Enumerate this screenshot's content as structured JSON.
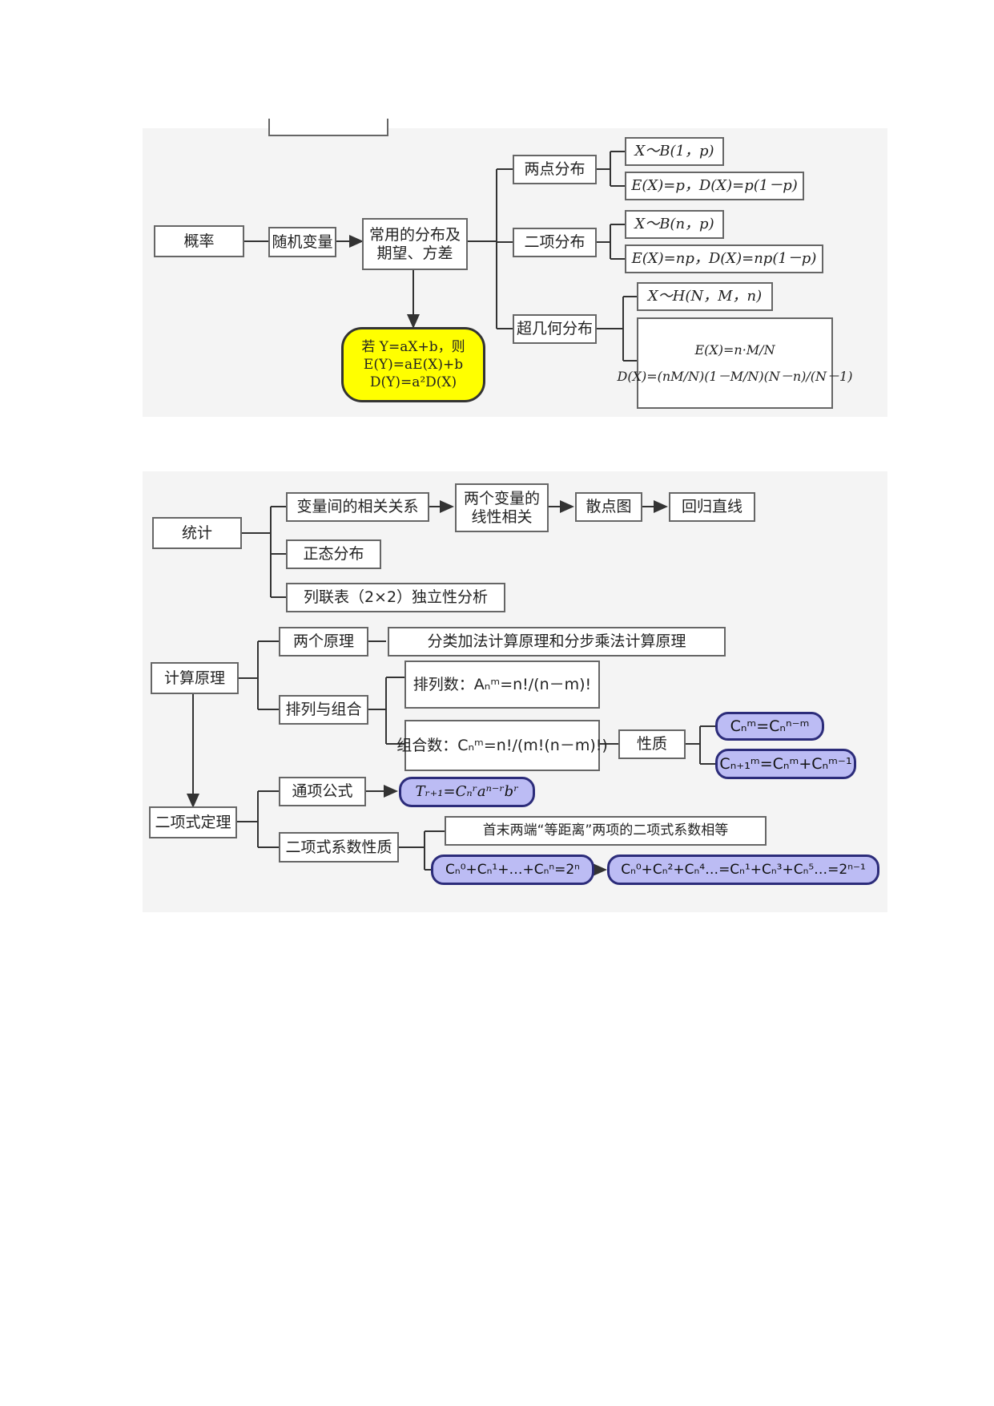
{
  "probability": {
    "root": "概率",
    "random_variable": "随机变量",
    "common_dist": [
      "常用的分布及",
      "期望、方差"
    ],
    "linear": [
      "若 Y=aX+b，则",
      "E(Y)=aE(X)+b",
      "D(Y)=a²D(X)"
    ],
    "two_point": "两点分布",
    "two_point_def": "X～B(1，p)",
    "two_point_exp": "E(X)=p，D(X)=p(1－p)",
    "binomial": "二项分布",
    "binomial_def": "X～B(n，p)",
    "binomial_exp": "E(X)=np，D(X)=np(1－p)",
    "hypergeo": "超几何分布",
    "hypergeo_def": "X～H(N，M，n)",
    "hypergeo_exp": "E(X)=n·M/N",
    "hypergeo_var": "D(X)=(nM/N)(1－M/N)(N－n)/(N－1)"
  },
  "statistics": {
    "root": "统计",
    "correlation": "变量间的相关关系",
    "linear_corr": [
      "两个变量的",
      "线性相关"
    ],
    "scatter": "散点图",
    "regression": "回归直线",
    "normal": "正态分布",
    "contingency": "列联表（2×2）独立性分析"
  },
  "counting": {
    "root": "计算原理",
    "two_principles": "两个原理",
    "principles_desc": "分类加法计算原理和分步乘法计算原理",
    "perm_comb": "排列与组合",
    "perm": "排列数：Aₙᵐ=n!/(n－m)!",
    "comb": "组合数：Cₙᵐ=n!/(m!(n－m)!)",
    "property": "性质",
    "prop1": "Cₙᵐ=Cₙⁿ⁻ᵐ",
    "prop2": "Cₙ₊₁ᵐ=Cₙᵐ+Cₙᵐ⁻¹"
  },
  "binomial_theorem": {
    "root": "二项式定理",
    "general_term": "通项公式",
    "general_formula": "Tᵣ₊₁=Cₙʳaⁿ⁻ʳbʳ",
    "coef_props": "二项式系数性质",
    "symmetric": "首末两端“等距离”两项的二项式系数相等",
    "sum": "Cₙ⁰+Cₙ¹+…+Cₙⁿ=2ⁿ",
    "parity": "Cₙ⁰+Cₙ²+Cₙ⁴…=Cₙ¹+Cₙ³+Cₙ⁵…=2ⁿ⁻¹"
  },
  "colors": {
    "yellow": "#ffff00",
    "purple_fill": "#bcbcf4",
    "purple_border": "#2c2c7a",
    "line": "#333333"
  }
}
